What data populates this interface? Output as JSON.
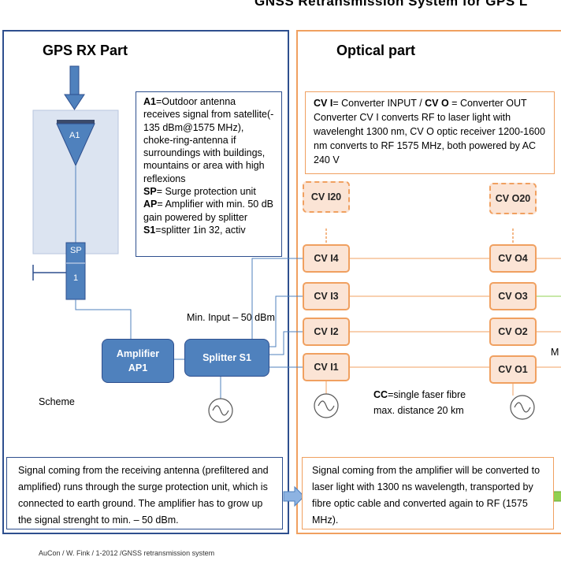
{
  "title": "GNSS Retransmission System for GPS L",
  "left_panel": {
    "heading": "GPS RX Part",
    "antenna_label": "A1",
    "sp_label": "SP",
    "sp_num": "1",
    "info": {
      "a1_key": "A1",
      "a1_text": "=Outdoor  antenna receives signal from satellite(- 135 dBm@1575 MHz), choke-ring-antenna if surroundings with buildings, mountains or area with high reflexions",
      "sp_key": "SP",
      "sp_text": "= Surge protection unit",
      "ap_key": "AP",
      "ap_text": "= Amplifier with min. 50 dB gain powered by splitter",
      "s1_key": "S1",
      "s1_text": "=splitter 1in 32, activ"
    },
    "amplifier_line1": "Amplifier",
    "amplifier_line2": "AP1",
    "splitter_label": "Splitter S1",
    "min_input": "Min. Input – 50 dBm",
    "scheme": "Scheme",
    "bottom_text": "Signal coming from the receiving antenna (prefiltered and amplified) runs through the surge protection unit, which is connected to earth ground. The amplifier has to grow up the signal strenght to min. – 50 dBm."
  },
  "right_panel": {
    "heading": "Optical part",
    "info": {
      "cvi_key": "CV I",
      "cvi_text": "= Converter INPUT / ",
      "cvo_key": "CV  O",
      "cvo_text": " = Converter OUT",
      "body": "Converter CV I converts RF to laser light with wavelenght 1300 nm, CV O optic receiver 1200-1600 nm converts to RF 1575 MHz, both powered by AC 240 V"
    },
    "converters_in": [
      "CV I20",
      "CV I4",
      "CV I3",
      "CV I2",
      "CV I1"
    ],
    "converters_out": [
      "CV O20",
      "CV O4",
      "CV O3",
      "CV O2",
      "CV O1"
    ],
    "cc_key": "CC",
    "cc_text": "=single faser fibre",
    "cc_distance": "max.  distance 20 km",
    "edge_letter": "M",
    "bottom_text": "Signal coming from the amplifier will be converted to laser light with 1300 ns wavelength, transported by fibre optic cable and converted again to RF (1575 MHz)."
  },
  "footer": "AuCon / W. Fink / 1-2012 /GNSS retransmission system",
  "colors": {
    "blue_border": "#2e4f8e",
    "blue_fill": "#4f81bd",
    "orange_border": "#f0a060",
    "orange_fill": "#fbe4d5",
    "green_line": "#92d050"
  }
}
